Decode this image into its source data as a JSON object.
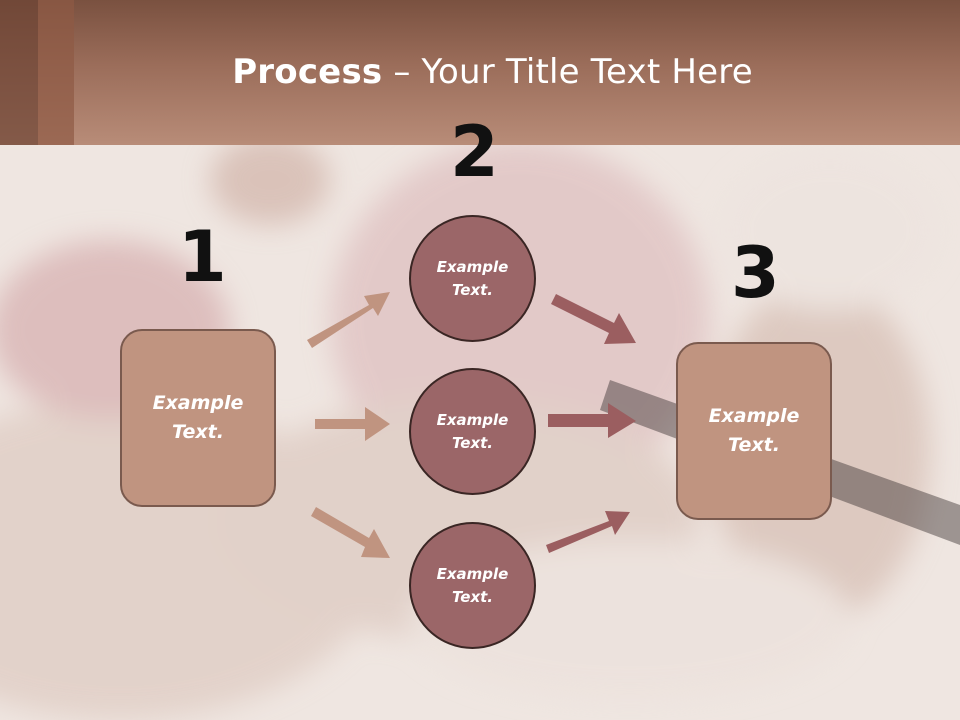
{
  "header": {
    "title_bold": "Process",
    "title_rest": " – Your Title Text Here"
  },
  "steps": {
    "num1": "1",
    "num2": "2",
    "num3": "3"
  },
  "box_left": "Example Text.",
  "box_right": "Example Text.",
  "circles": [
    "Example Text.",
    "Example Text.",
    "Example Text."
  ],
  "colors": {
    "header": "#9b6d5a",
    "box": "#c09480",
    "circle": "#9b6668",
    "arrow_light": "#c09480",
    "arrow_dark": "#9b5e60"
  }
}
